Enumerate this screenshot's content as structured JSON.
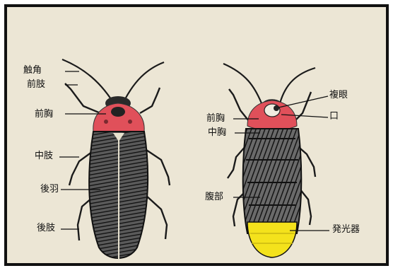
{
  "diagram": {
    "left_labels": {
      "antenna": "触角",
      "foreleg": "前肢",
      "prothorax": "前胸",
      "midleg": "中肢",
      "hindwing": "後羽",
      "hindleg": "後肢"
    },
    "right_labels": {
      "prothorax": "前胸",
      "mesothorax": "中胸",
      "compound_eye": "複眼",
      "mouth": "口",
      "abdomen": "腹部",
      "light_organ": "発光器"
    },
    "colors": {
      "background": "#ece6d5",
      "border": "#111111",
      "pronotum_red": "#e0505a",
      "light_organ_yellow": "#f4e21c",
      "ink": "#1b1b1b"
    }
  }
}
